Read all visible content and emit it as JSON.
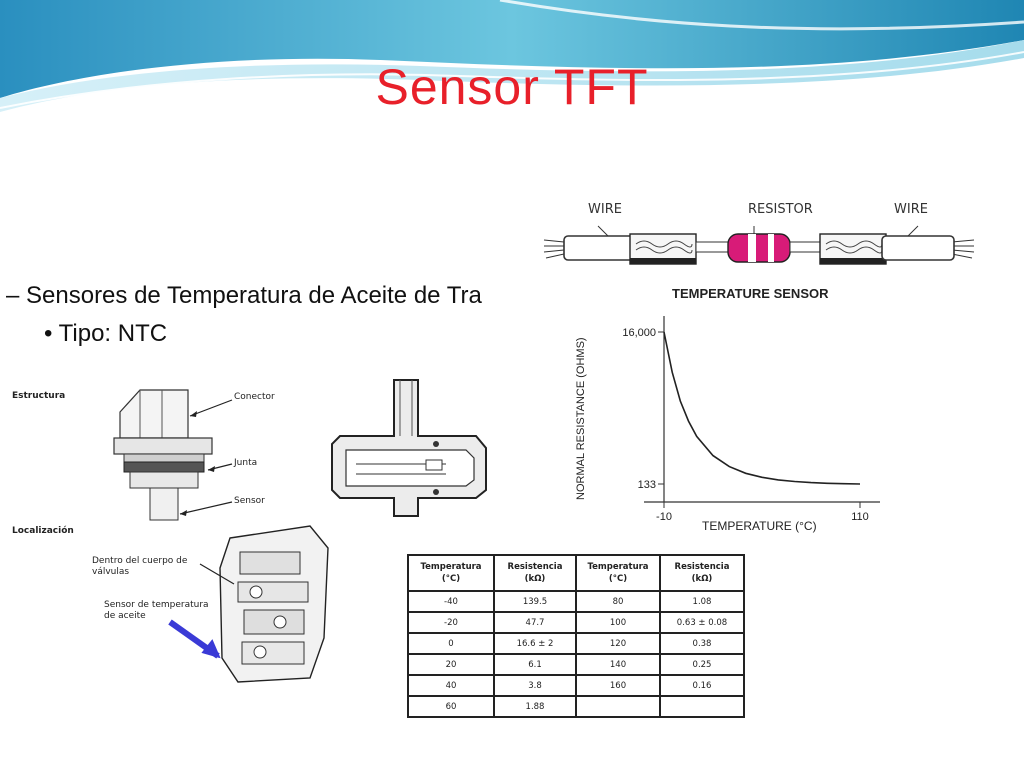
{
  "slide": {
    "title": "Sensor TFT",
    "bullet_level1": "– Sensores de Temperatura de Aceite de Tra",
    "bullet_level2": "• Tipo: NTC"
  },
  "structure_figure": {
    "heading": "Estructura",
    "labels": [
      "Conector",
      "Junta",
      "Sensor"
    ]
  },
  "location_figure": {
    "heading": "Localización",
    "label_valve_body": [
      "Dentro del cuerpo de",
      "válvulas"
    ],
    "label_sensor": [
      "Sensor de temperatura",
      "de aceite"
    ]
  },
  "resistor_diagram": {
    "label_wire_left": "WIRE",
    "label_resistor": "RESISTOR",
    "label_wire_right": "WIRE",
    "caption": "TEMPERATURE SENSOR"
  },
  "chart_data": {
    "type": "line",
    "title": "",
    "xlabel": "TEMPERATURE (°C)",
    "ylabel": "NORMAL RESISTANCE (OHMS)",
    "x_ticks": [
      "-10",
      "110"
    ],
    "y_ticks": [
      "16,000",
      "133"
    ],
    "xlim": [
      -10,
      110
    ],
    "ylim": [
      133,
      16000
    ],
    "series": [
      {
        "x": [
          -10,
          -5,
          0,
          5,
          10,
          20,
          30,
          40,
          50,
          60,
          70,
          80,
          90,
          100,
          110
        ],
        "y": [
          16000,
          11800,
          8800,
          6700,
          5100,
          3100,
          1950,
          1250,
          830,
          560,
          390,
          280,
          210,
          165,
          133
        ]
      }
    ]
  },
  "resistance_table": {
    "headers": [
      [
        "Temperatura",
        "(°C)"
      ],
      [
        "Resistencia",
        "(kΩ)"
      ],
      [
        "Temperatura",
        "(°C)"
      ],
      [
        "Resistencia",
        "(kΩ)"
      ]
    ],
    "rows": [
      [
        "-40",
        "139.5",
        "80",
        "1.08"
      ],
      [
        "-20",
        "47.7",
        "100",
        "0.63 ± 0.08"
      ],
      [
        "0",
        "16.6 ± 2",
        "120",
        "0.38"
      ],
      [
        "20",
        "6.1",
        "140",
        "0.25"
      ],
      [
        "40",
        "3.8",
        "160",
        "0.16"
      ],
      [
        "60",
        "1.88",
        "",
        ""
      ]
    ]
  },
  "colors": {
    "title": "#e8202a",
    "swoosh_dark": "#2a9fc4",
    "swoosh_light": "#bfe6f2",
    "resistor_body": "#d81b78",
    "location_arrow": "#3a3ad6"
  }
}
